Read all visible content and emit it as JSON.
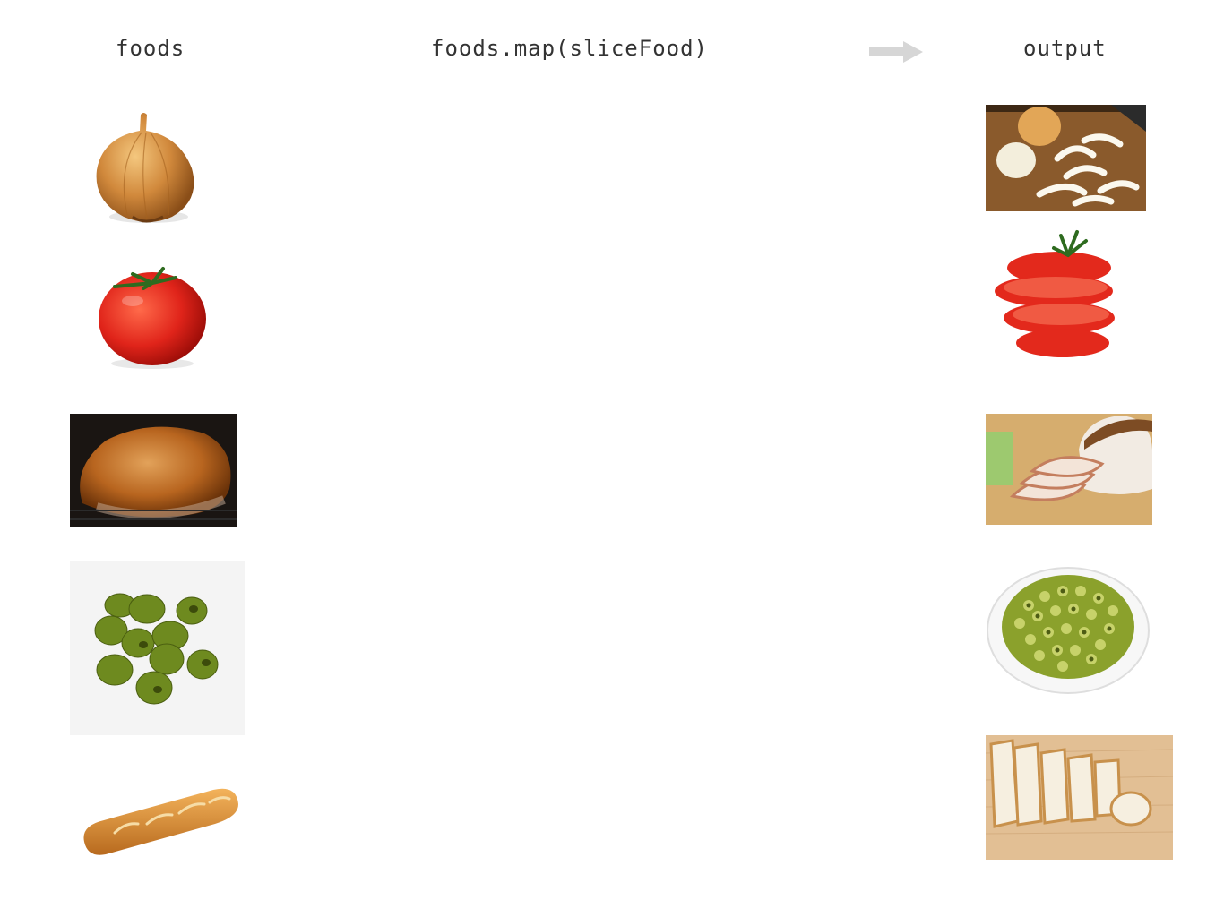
{
  "headers": {
    "input_label": "foods",
    "expression": "foods.map(sliceFood)",
    "output_label": "output"
  },
  "foods": [
    {
      "name": "onion"
    },
    {
      "name": "tomato"
    },
    {
      "name": "roast turkey"
    },
    {
      "name": "green olives"
    },
    {
      "name": "baguette"
    }
  ],
  "output": [
    {
      "name": "sliced onion"
    },
    {
      "name": "sliced tomato"
    },
    {
      "name": "sliced turkey"
    },
    {
      "name": "sliced olives"
    },
    {
      "name": "sliced baguette"
    }
  ],
  "colors": {
    "arrow": "#d6d6d6",
    "text": "#333333"
  }
}
